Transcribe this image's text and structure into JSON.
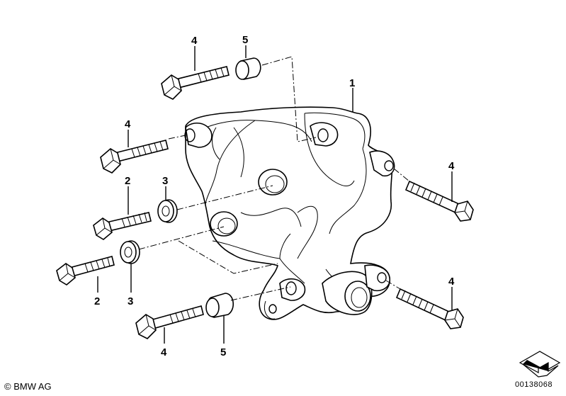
{
  "callouts": {
    "part_1": "1",
    "bolt_top": "4",
    "sleeve_top": "5",
    "bolt_left": "4",
    "bolt_right_upper": "4",
    "bolt_right_lower": "4",
    "bolt_bottom": "4",
    "sleeve_bottom": "5",
    "screw_upper": "2",
    "screw_lower": "2",
    "washer_upper": "3",
    "washer_lower": "3"
  },
  "copyright": "© BMW AG",
  "diagram_ref": "00138068"
}
